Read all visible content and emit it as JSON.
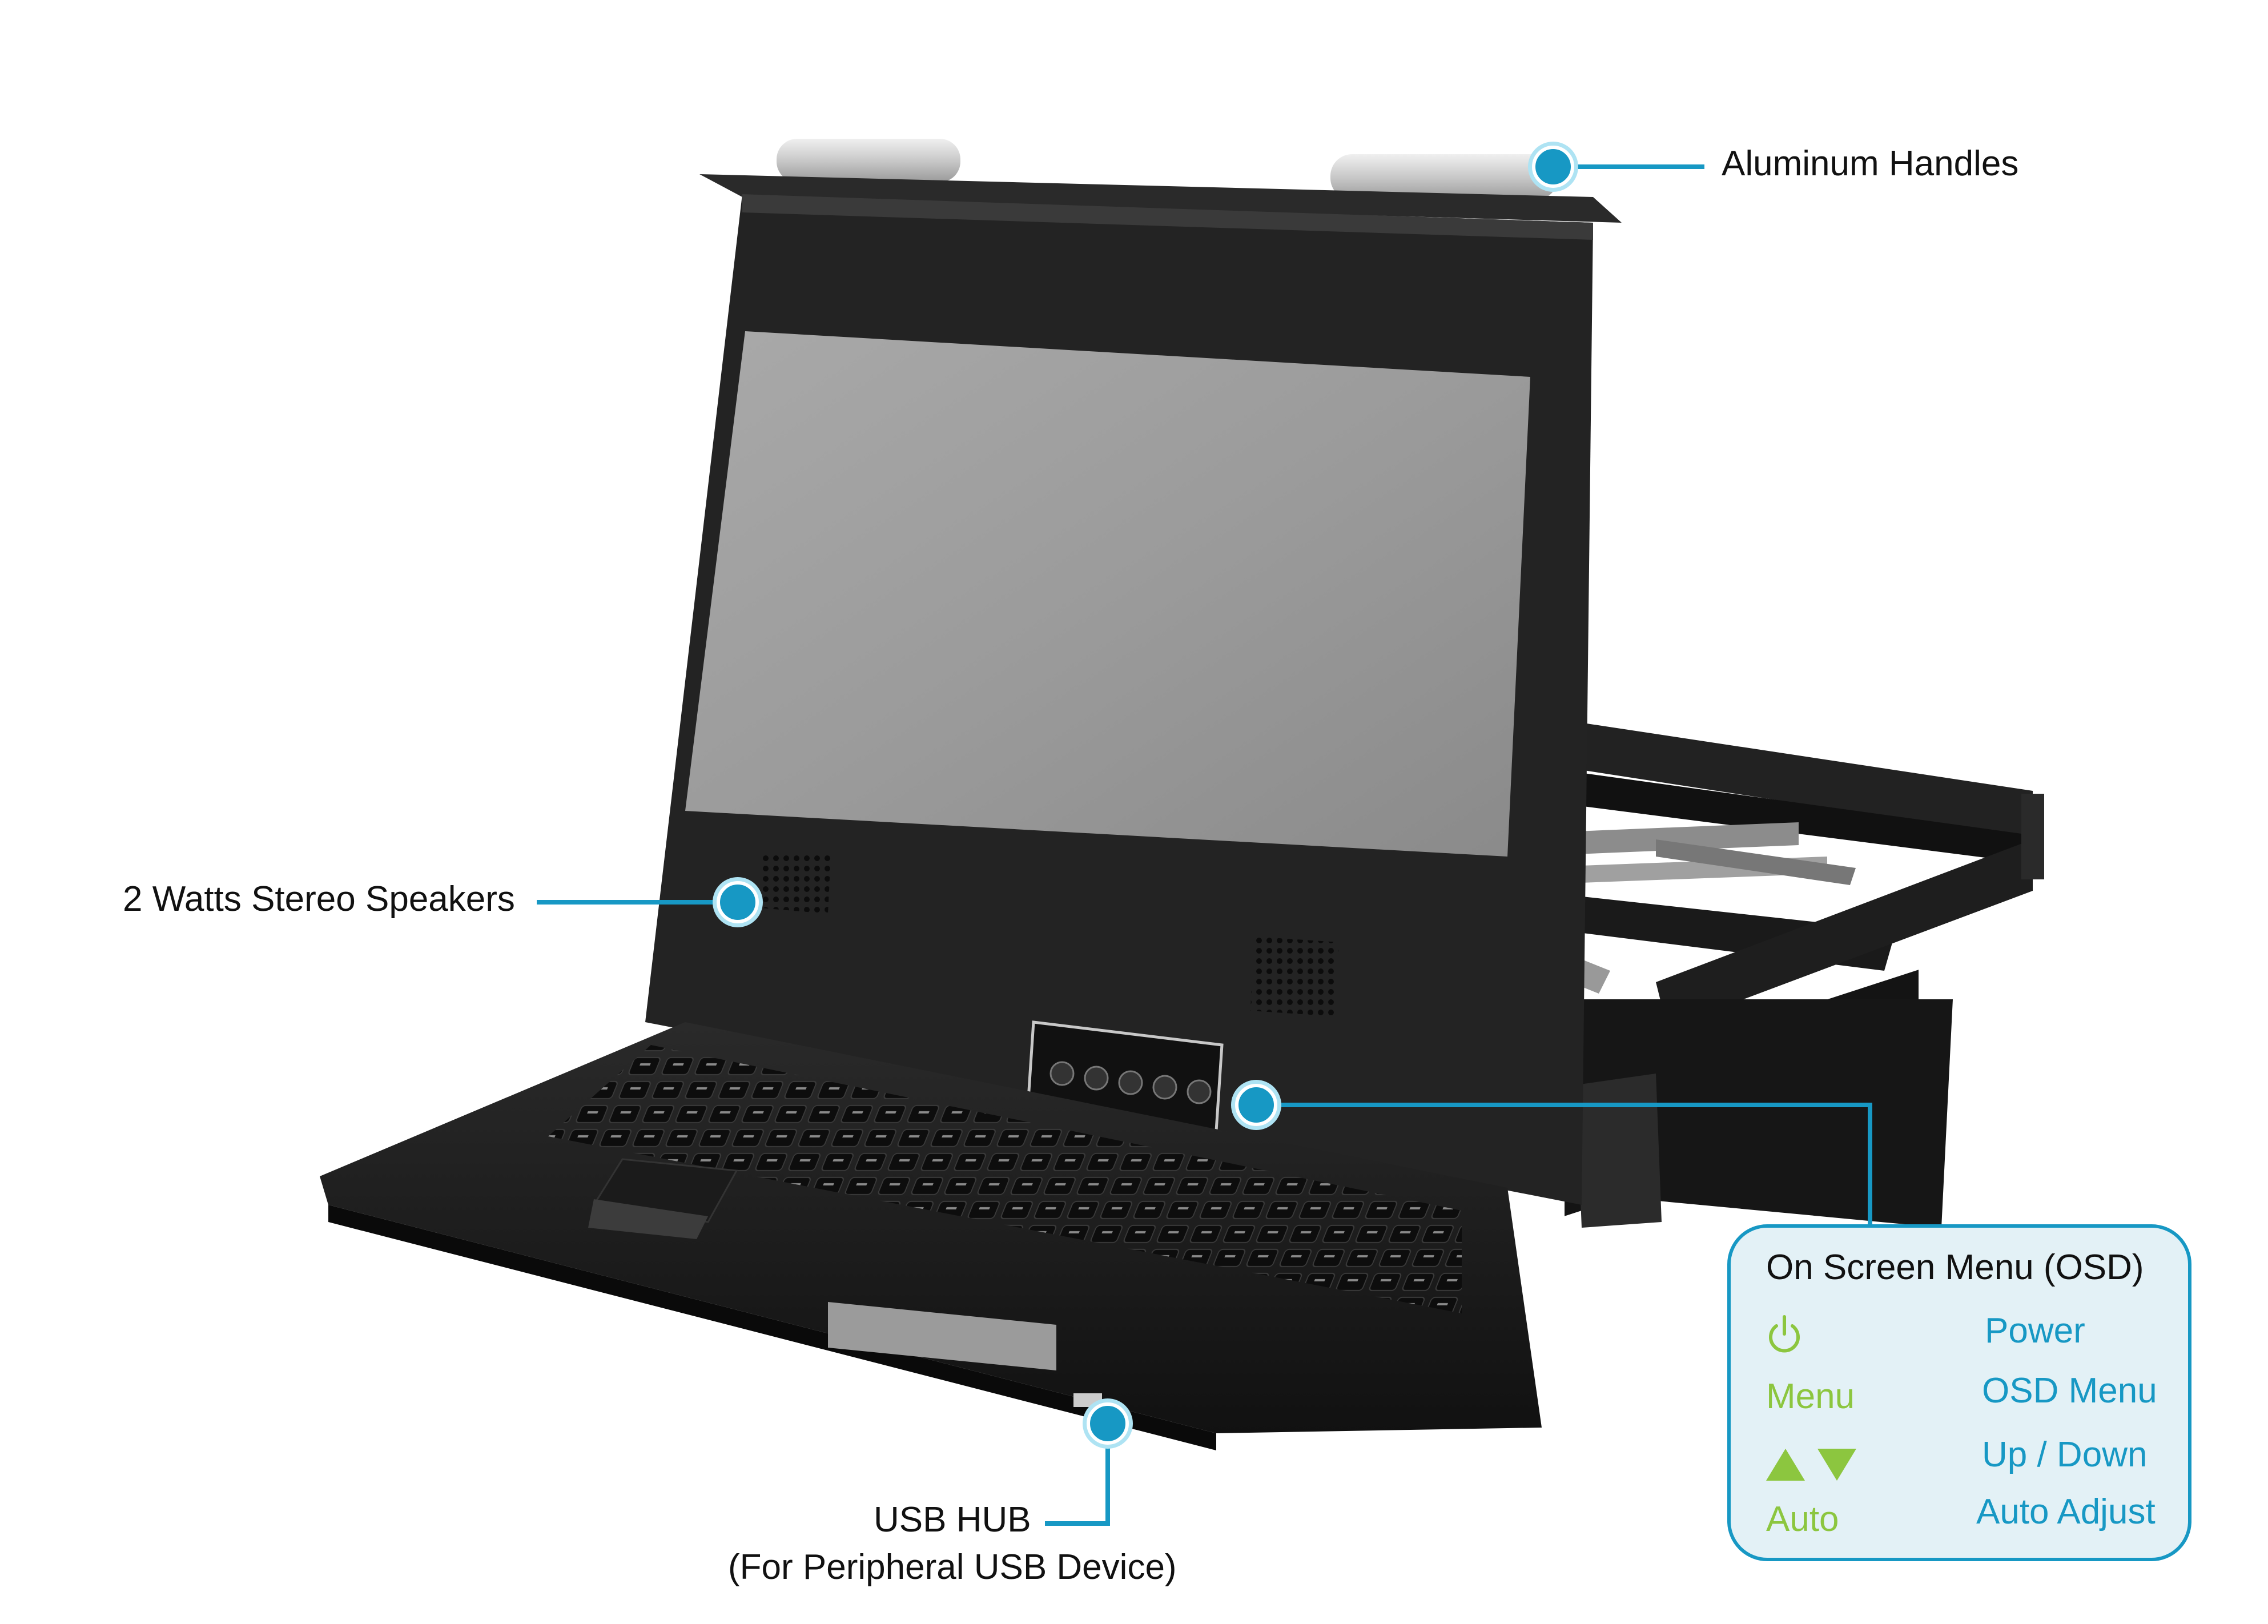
{
  "callouts": {
    "handles": "Aluminum Handles",
    "speakers": "2 Watts Stereo Speakers",
    "usb_line1": "USB HUB",
    "usb_line2": "(For Peripheral USB Device)"
  },
  "osd": {
    "title": "On Screen Menu (OSD)",
    "rows": [
      {
        "key": "",
        "key_icon": "power-icon",
        "value": "Power"
      },
      {
        "key": "Menu",
        "value": "OSD Menu"
      },
      {
        "key": "",
        "key_icon": "up-down-arrows-icon",
        "value": "Up / Down"
      },
      {
        "key": "Auto",
        "value": "Auto Adjust"
      }
    ]
  },
  "colors": {
    "accent_blue": "#1798c4",
    "accent_green": "#8cc63f",
    "box_fill": "#e3f1f6",
    "device_black": "#1c1c1c",
    "screen_grey": "#9a9a9a"
  }
}
